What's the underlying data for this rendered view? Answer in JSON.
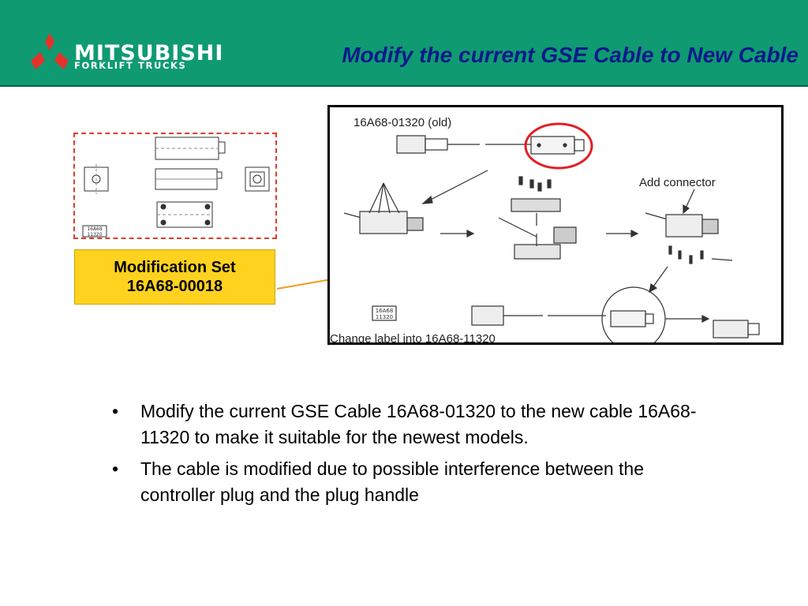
{
  "header": {
    "logo": {
      "line1": "MITSUBISHI",
      "line2": "FORKLIFT TRUCKS"
    },
    "title": "Modify the current GSE Cable to New Cable",
    "colors": {
      "bar": "#0f9a72",
      "title": "#0a1a8a",
      "logo_mark": "#e5332a"
    }
  },
  "kit": {
    "box_color": "#e53a2a",
    "stamp_lines": [
      "16A68",
      "11320"
    ]
  },
  "modification_label": {
    "line1": "Modification Set",
    "line2": "16A68-00018",
    "background": "#ffd21f"
  },
  "diagram": {
    "old_label": "16A68-01320 (old)",
    "add_connector": "Add connector",
    "change_label": "Change label into 16A68-11320",
    "stamp_lines": [
      "16A68",
      "11320"
    ],
    "highlight_color": "#e31e24"
  },
  "bullets": [
    "Modify the current GSE Cable 16A68-01320 to the new cable 16A68-11320 to make it suitable for the newest models.",
    "The cable is modified due to possible interference between the controller plug and the plug handle"
  ]
}
